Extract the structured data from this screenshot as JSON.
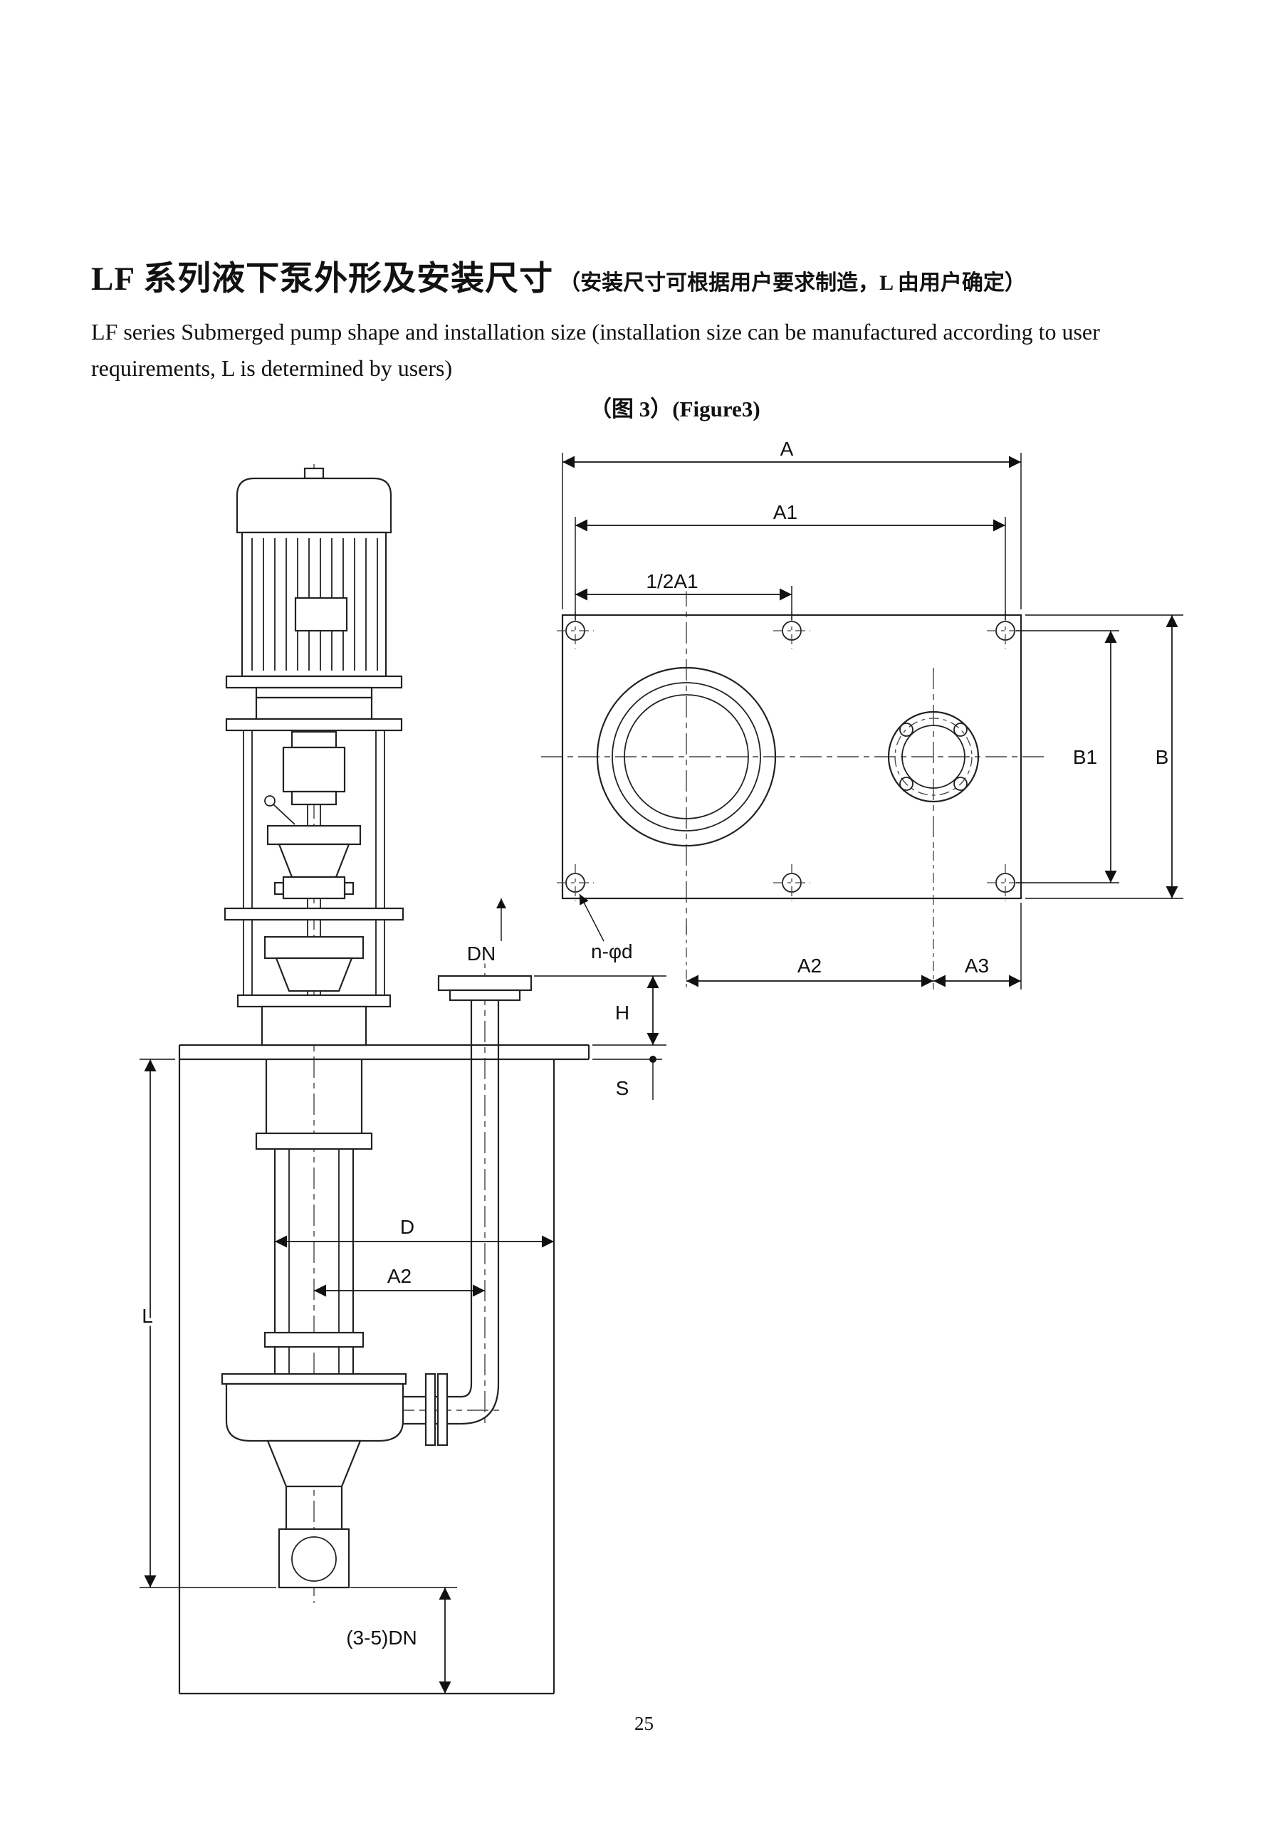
{
  "header": {
    "title_cn": "LF 系列液下泵外形及安装尺寸",
    "title_note": "（安装尺寸可根据用户要求制造，L 由用户确定）",
    "subtitle_en": "LF series Submerged pump shape and installation size (installation size can be manufactured according to user requirements, L is determined by users)",
    "figure_caption": "（图 3）(Figure3)"
  },
  "drawing": {
    "labels": {
      "A": "A",
      "A1": "A1",
      "half_A1": "1/2A1",
      "B1": "B1",
      "B": "B",
      "A2": "A2",
      "A3": "A3",
      "n_phi_d": "n-φd",
      "DN": "DN",
      "H": "H",
      "S": "S",
      "D": "D",
      "L": "L",
      "dn_range": "(3-5)DN"
    }
  },
  "page": {
    "number": "25"
  }
}
